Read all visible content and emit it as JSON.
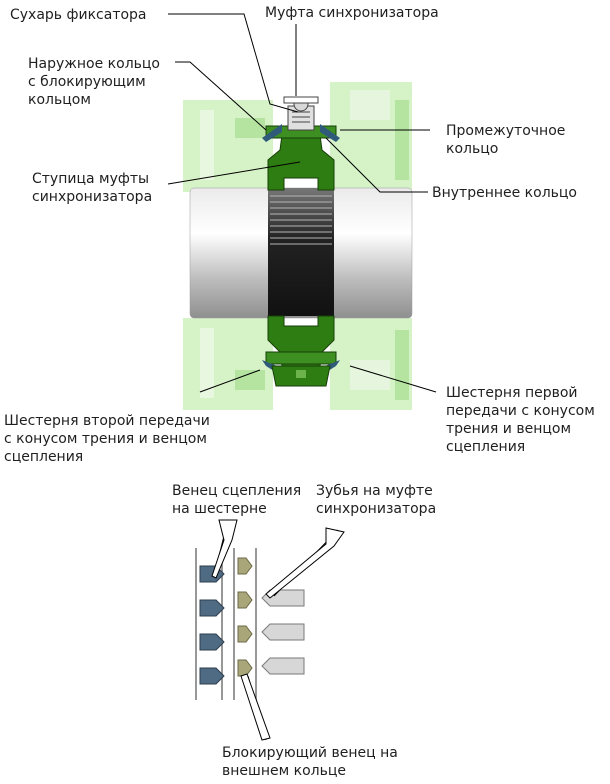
{
  "labels": {
    "detent_key": [
      "Сухарь фиксатора"
    ],
    "synchro_sleeve": [
      "Муфта синхронизатора"
    ],
    "outer_ring": [
      "Наружное кольцо",
      "с блокирующим",
      "кольцом"
    ],
    "intermediate_ring": [
      "Промежуточное",
      "кольцо"
    ],
    "synchro_hub": [
      "Ступица муфты",
      "синхронизатора"
    ],
    "inner_ring": [
      "Внутреннее кольцо"
    ],
    "second_gear": [
      "Шестерня второй передачи",
      "с конусом трения и венцом",
      "сцепления"
    ],
    "first_gear": [
      "Шестерня первой",
      "передачи с конусом",
      "трения и венцом",
      "сцепления"
    ],
    "gear_clutch_crown": [
      "Венец сцепления",
      "на шестерне"
    ],
    "sleeve_teeth": [
      "Зубья на муфте",
      "синхронизатора"
    ],
    "blocking_crown": [
      "Блокирующий венец на",
      "внешнем кольце"
    ]
  },
  "colors": {
    "part_green": "#2e7d12",
    "ghost_green": "#c8efb6",
    "shaft_grey": "#cfcfcf",
    "steel_blue": "#2f5a7a",
    "tooth_blue": "#4f6b84",
    "tooth_olive": "#a9a77a",
    "tooth_grey": "#d7d7d7"
  }
}
